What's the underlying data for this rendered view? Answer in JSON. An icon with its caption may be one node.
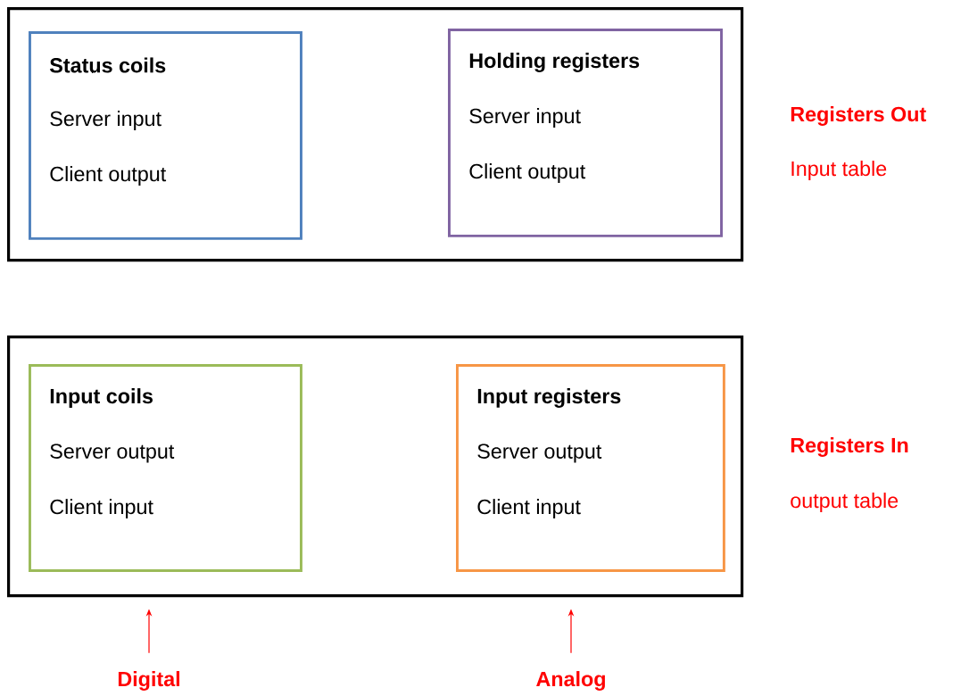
{
  "diagram": {
    "nodes": [
      {
        "text": [],
        "shape": "box",
        "beside": [
          "Registers Out",
          "Input table"
        ]
      },
      {
        "text": [
          "Status coils",
          "Server input",
          "Client output"
        ],
        "in": 0
      },
      {
        "text": [
          "Holding registers",
          "Server input",
          "Client output"
        ],
        "in": 0
      },
      {
        "text": [],
        "shape": "box",
        "beside": [
          "Registers In",
          "output table"
        ]
      },
      {
        "text": [
          "Input coils",
          "Server output",
          "Client input"
        ],
        "in": 3
      },
      {
        "text": [
          "Input registers",
          "Server output",
          "Client input"
        ],
        "in": 3
      },
      {
        "text": [
          "Digital"
        ]
      },
      {
        "text": [
          "Analog"
        ]
      }
    ],
    "edges": [
      {
        "from": 6,
        "to": 3,
        "arrow": "to",
        "color": "#ff0000"
      },
      {
        "from": 7,
        "to": 3,
        "arrow": "to",
        "color": "#ff0000"
      }
    ]
  }
}
